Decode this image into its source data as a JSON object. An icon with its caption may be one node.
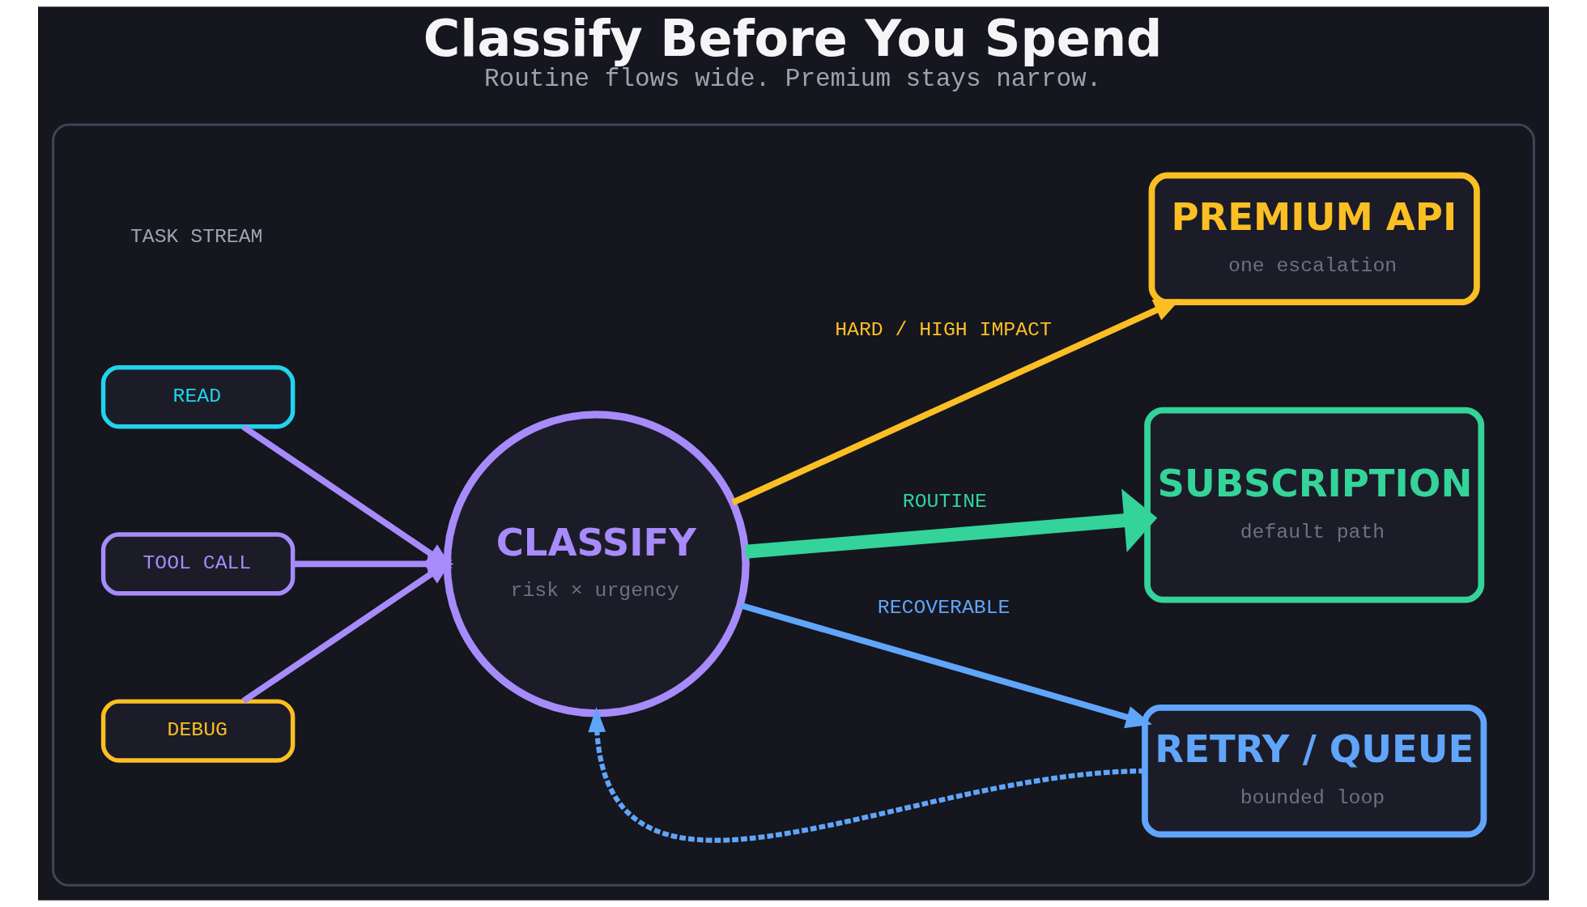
{
  "diagram": {
    "title": "Classify Before You Spend",
    "caption": "Routine flows wide. Premium stays narrow.",
    "nodes": [
      {
        "text": [],
        "shape": "box"
      },
      {
        "text": [
          "READ"
        ],
        "in": 0
      },
      {
        "text": [
          "TOOL CALL"
        ],
        "in": 0
      },
      {
        "text": [
          "DEBUG"
        ],
        "in": 0
      },
      {
        "text": [
          "CLASSIFY",
          "risk × urgency"
        ],
        "in": 0
      },
      {
        "text": [
          "PREMIUM API",
          "one escalation"
        ],
        "in": 0
      },
      {
        "text": [
          "SUBSCRIPTION",
          "default path"
        ],
        "in": 0
      },
      {
        "text": [
          "RETRY / QUEUE",
          "bounded loop"
        ],
        "in": 0
      }
    ],
    "edges": [
      {
        "from": 1,
        "to": 4,
        "arrow": "to",
        "color": "#a78bfa"
      },
      {
        "from": 2,
        "to": 4,
        "arrow": "to",
        "color": "#a78bfa"
      },
      {
        "from": 3,
        "to": 4,
        "arrow": "to",
        "color": "#a78bfa"
      },
      {
        "from": 4,
        "to": 5,
        "arrow": "to",
        "label": "HARD / HIGH IMPACT",
        "color": "#fbbf24"
      },
      {
        "from": 4,
        "to": 6,
        "arrow": "to",
        "label": "ROUTINE",
        "style": "thick",
        "color": "#34d399"
      },
      {
        "from": 4,
        "to": 7,
        "arrow": "to",
        "label": "RECOVERABLE",
        "color": "#60a5fa"
      },
      {
        "from": 7,
        "to": 4,
        "arrow": "to",
        "style": "dashed",
        "color": "#60a5fa"
      }
    ],
    "labels": [
      "TASK STREAM"
    ]
  }
}
